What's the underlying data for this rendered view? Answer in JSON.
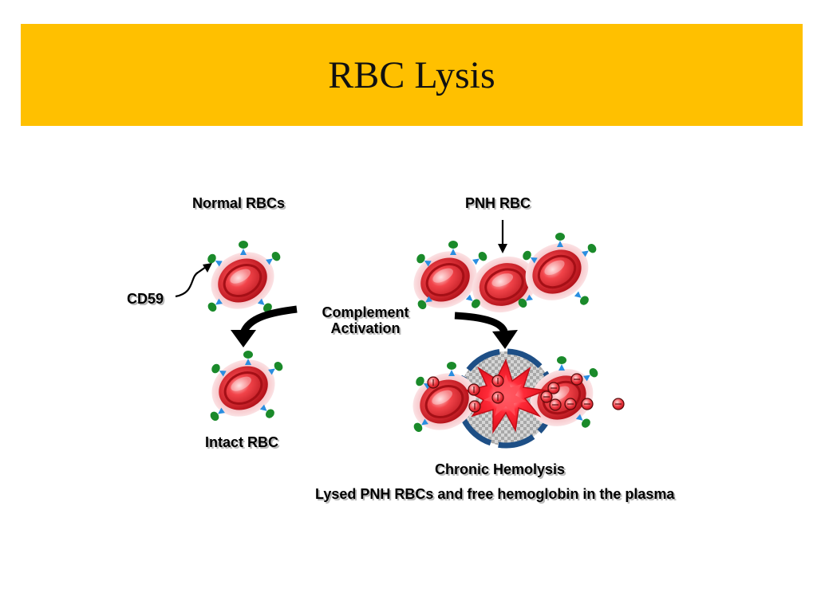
{
  "slide": {
    "title": "RBC Lysis"
  },
  "labels": {
    "normal_rbcs": "Normal RBCs",
    "pnh_rbc": "PNH RBC",
    "cd59": "CD59",
    "complement_line1": "Complement",
    "complement_line2": "Activation",
    "intact_rbc": "Intact RBC",
    "chronic_hemolysis": "Chronic Hemolysis",
    "lysed_caption": "Lysed PNH RBCs and free hemoglobin in the plasma"
  },
  "colors": {
    "title_bar": "#ffc000",
    "rbc_red": "#e2202a",
    "rbc_halo": "#f4b6bc",
    "cd59_green": "#1a8a2a",
    "anchor_blue": "#2a8ee0",
    "mac_ring": "#1e4f86",
    "arrow": "#000000"
  }
}
